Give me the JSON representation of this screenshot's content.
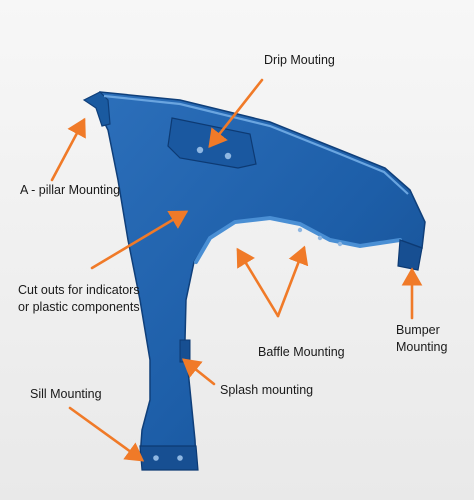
{
  "labels": {
    "drip": "Drip Mouting",
    "a_pillar": "A - pillar Mounting",
    "cutouts": "Cut outs for indicators\nor plastic components",
    "bumper": "Bumper\nMounting",
    "baffle": "Baffle Mounting",
    "splash": "Splash mounting",
    "sill": "Sill Mounting"
  },
  "colors": {
    "part": "#1f5fa8",
    "part_dark": "#0f3f7a",
    "part_light": "#3f86cf",
    "arrow": "#f07a28",
    "background": "#f2f2f2"
  }
}
